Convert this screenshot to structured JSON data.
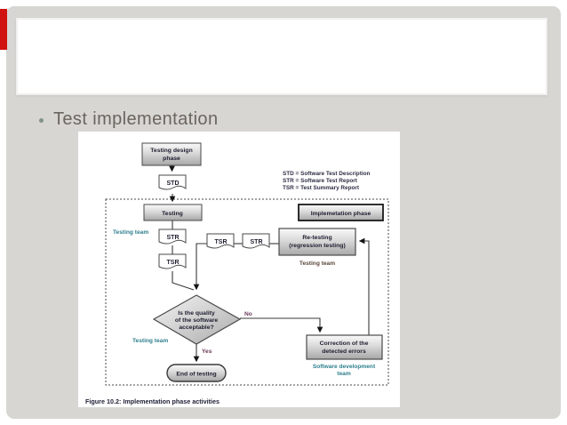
{
  "slide": {
    "background_color": "#d7d6d3",
    "accent_bar_color": "#d01310",
    "title_placeholder_text": "",
    "bullet": {
      "marker": "•",
      "label": "Test implementation"
    }
  },
  "figure": {
    "caption": "Figure 10.2: Implementation phase activities",
    "legend": [
      "STD = Software Test Description",
      "STR = Software Test Report",
      "TSR = Test Summary Report"
    ],
    "phase_label": "Implemetation phase",
    "nodes": {
      "testing_design_phase": [
        "Testing design",
        "phase"
      ],
      "std_document": "STD",
      "testing": "Testing",
      "str_document": "STR",
      "tsr_document": "TSR",
      "tsr_document_2": "TSR",
      "str_document_2": "STR",
      "retesting": [
        "Re-testing",
        "(regression testing)"
      ],
      "decision": [
        "Is the quality",
        "of the software",
        "acceptable?"
      ],
      "correction": [
        "Correction of the",
        "detected errors"
      ],
      "end": "End of testing"
    },
    "labels": {
      "testing_team": "Testing team",
      "retesting_team": "Testing team",
      "decision_team": "Testing team",
      "software_dev_team": [
        "Software development",
        "team"
      ],
      "yes": "Yes",
      "no": "No"
    },
    "colors": {
      "team_label": "#2e7f8e",
      "retesting_team_label": "#5d463c",
      "decision_branch": "#6b3a5c",
      "legend": "#2e2e46",
      "node_text": "#1d1d30",
      "caption": "#22223a"
    }
  }
}
